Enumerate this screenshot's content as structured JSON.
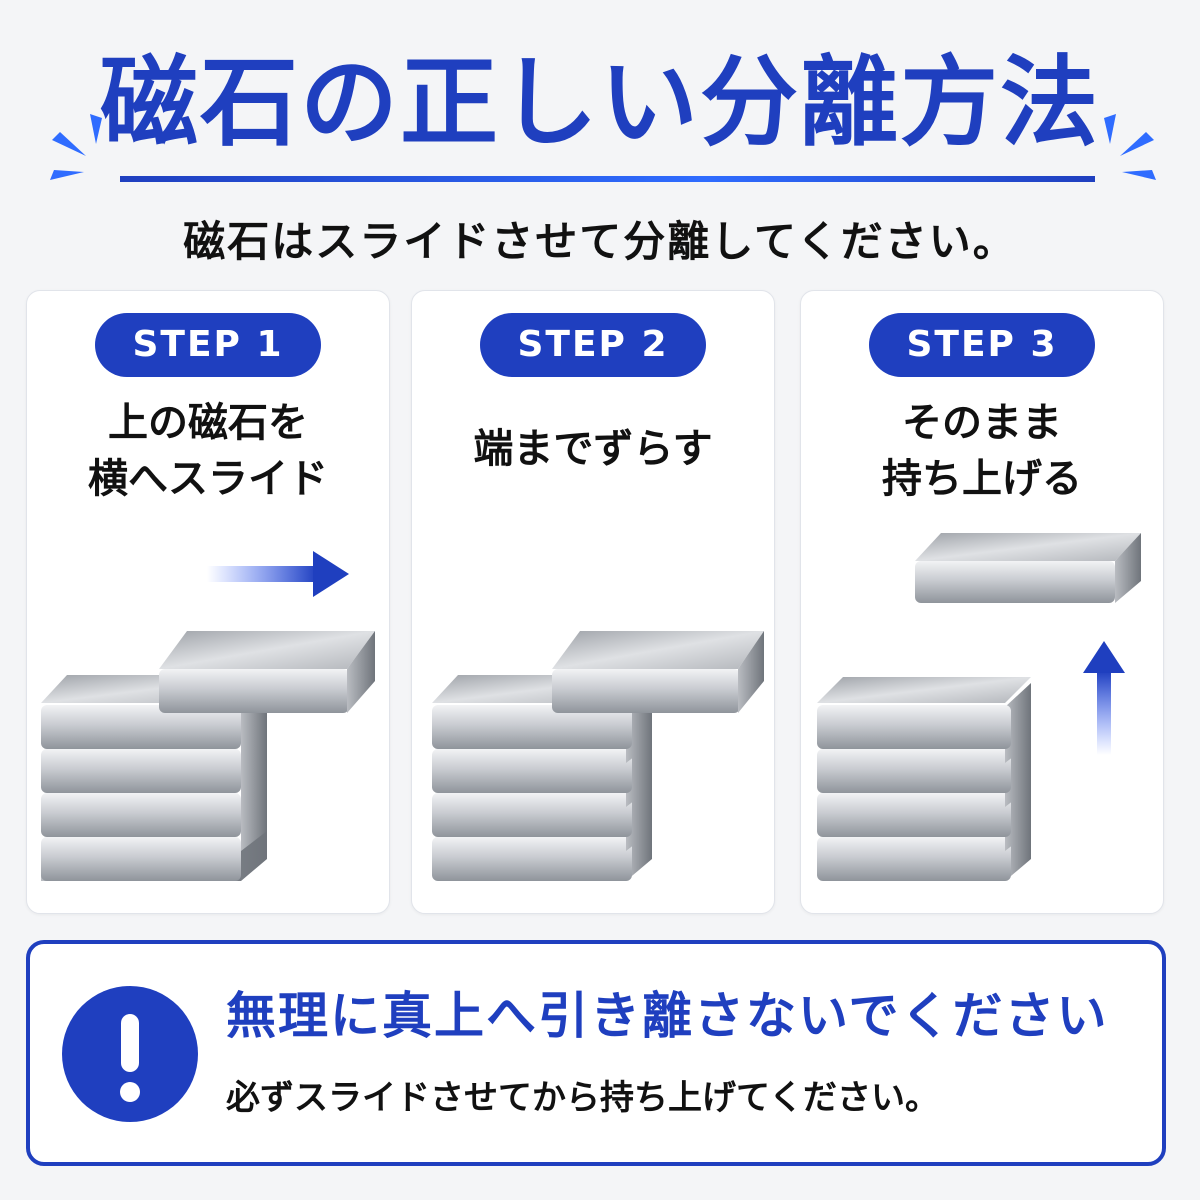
{
  "title": "磁石の正しい分離方法",
  "subtitle": "磁石はスライドさせて分離してください。",
  "steps": [
    {
      "label": "STEP 1",
      "line1": "上の磁石を",
      "line2": "横へスライド"
    },
    {
      "label": "STEP 2",
      "line1": "端までずらす",
      "line2": ""
    },
    {
      "label": "STEP 3",
      "line1": "そのまま",
      "line2": "持ち上げる"
    }
  ],
  "warning": {
    "icon": "exclamation-icon",
    "headline": "無理に真上へ引き離さないでください",
    "note": "必ずスライドさせてから持ち上げてください。"
  },
  "colors": {
    "accent": "#1f3fbf",
    "text": "#111111",
    "background": "#f4f5f7"
  }
}
